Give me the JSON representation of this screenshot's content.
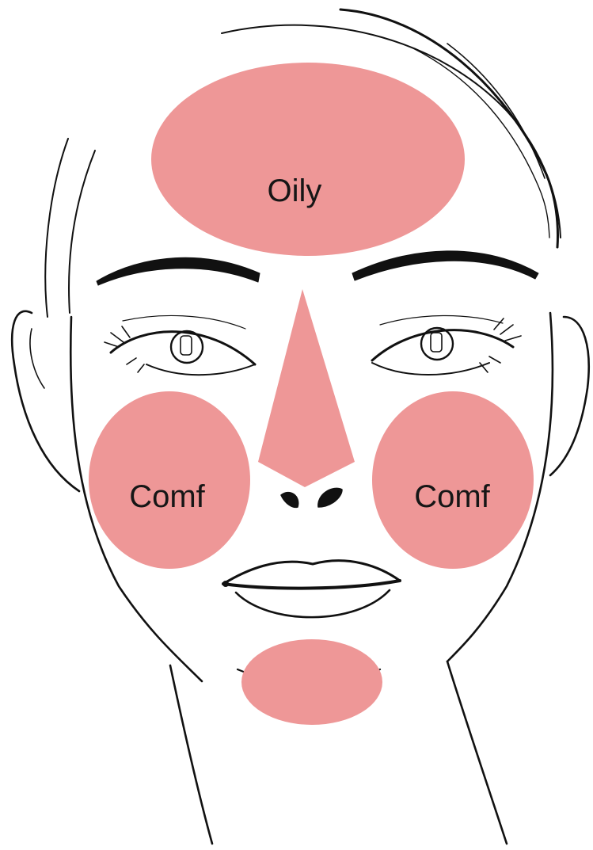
{
  "zones": {
    "forehead": {
      "label": "Oily"
    },
    "nose": {
      "label": ""
    },
    "left_cheek": {
      "label": "Comf"
    },
    "right_cheek": {
      "label": "Comf"
    },
    "chin": {
      "label": ""
    }
  },
  "colors": {
    "zone_fill": "#ee9797",
    "line": "#111111",
    "background": "#ffffff",
    "label": "#161616"
  }
}
